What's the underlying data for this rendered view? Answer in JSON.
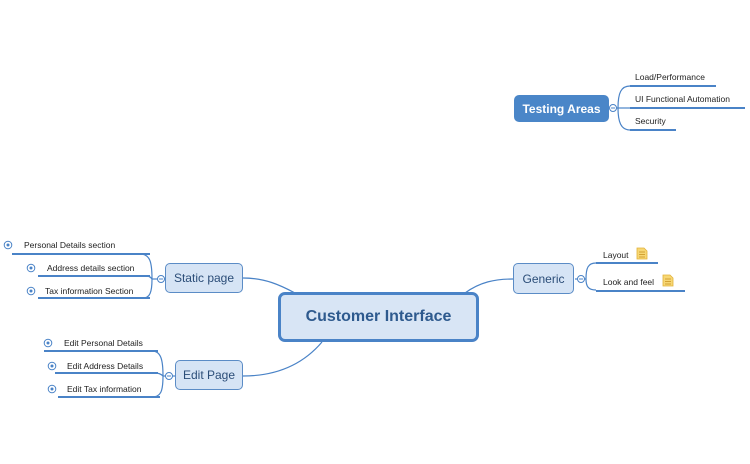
{
  "central": {
    "label": "Customer Interface"
  },
  "testing_areas": {
    "label": "Testing Areas",
    "items": [
      "Load/Performance",
      "UI Functional Automation",
      "Security"
    ]
  },
  "static_page": {
    "label": "Static page",
    "items": [
      "Personal Details section",
      "Address details section",
      "Tax information Section"
    ]
  },
  "edit_page": {
    "label": "Edit Page",
    "items": [
      "Edit Personal Details",
      "Edit Address Details",
      "Edit Tax information"
    ]
  },
  "generic": {
    "label": "Generic",
    "items": [
      {
        "label": "Layout",
        "icon": "note-icon"
      },
      {
        "label": "Look and feel",
        "icon": "note-icon"
      }
    ]
  },
  "colors": {
    "topic_fill": "#d6e4f5",
    "topic_border": "#5b8cc6",
    "branch_line": "#4a83c7",
    "floating_topic_fill": "#4a86c8",
    "note_icon": "#f4c64a"
  }
}
